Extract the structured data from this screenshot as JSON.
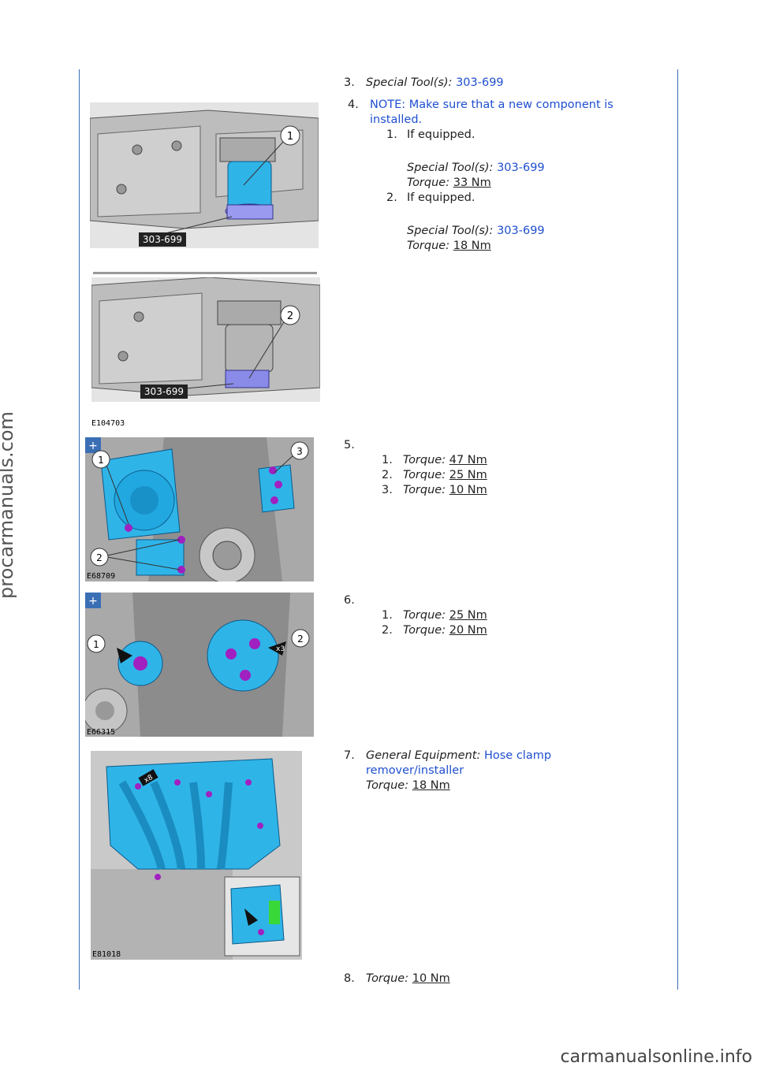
{
  "steps": {
    "s3": {
      "num": "3.",
      "label": "Special Tool(s):",
      "value": "303-699"
    },
    "s4": {
      "num": "4.",
      "note": "NOTE: Make sure that a new component is",
      "note2": "installed.",
      "sub1": {
        "num": "1.",
        "text": "If equipped.",
        "tool_label": "Special Tool(s):",
        "tool_value": "303-699",
        "torque_label": "Torque:",
        "torque_value": "33 Nm"
      },
      "sub2": {
        "num": "2.",
        "text": "If equipped.",
        "tool_label": "Special Tool(s):",
        "tool_value": "303-699",
        "torque_label": "Torque:",
        "torque_value": "18 Nm"
      }
    },
    "s5": {
      "num": "5.",
      "items": [
        {
          "num": "1.",
          "label": "Torque:",
          "value": "47 Nm"
        },
        {
          "num": "2.",
          "label": "Torque:",
          "value": "25 Nm"
        },
        {
          "num": "3.",
          "label": "Torque:",
          "value": "10 Nm"
        }
      ]
    },
    "s6": {
      "num": "6.",
      "items": [
        {
          "num": "1.",
          "label": "Torque:",
          "value": "25 Nm"
        },
        {
          "num": "2.",
          "label": "Torque:",
          "value": "20 Nm"
        }
      ]
    },
    "s7": {
      "num": "7.",
      "equip_label": "General Equipment:",
      "equip_value": "Hose clamp",
      "equip_value2": "remover/installer",
      "torque_label": "Torque:",
      "torque_value": "18 Nm"
    },
    "s8": {
      "num": "8.",
      "torque_label": "Torque:",
      "torque_value": "10 Nm"
    }
  },
  "figures": {
    "f1": {
      "tool_tag": "303-699",
      "callout": "1"
    },
    "f2": {
      "tool_tag": "303-699",
      "callout": "2",
      "code": "E104703"
    },
    "f3": {
      "callouts": [
        "1",
        "2",
        "3"
      ],
      "code": "E68709"
    },
    "f4": {
      "callouts": [
        "1",
        "2"
      ],
      "code": "E66315",
      "mult": "x3"
    },
    "f5": {
      "code": "E81018",
      "mult": "x8"
    }
  },
  "watermarks": {
    "side": "procarmanuals.com",
    "bottom": "carmanualsonline.info"
  },
  "colors": {
    "accent": "#1f4fd0",
    "rule": "#3a6fb5",
    "part_blue": "#2fb4e8",
    "bolt_purple": "#a020c0"
  }
}
